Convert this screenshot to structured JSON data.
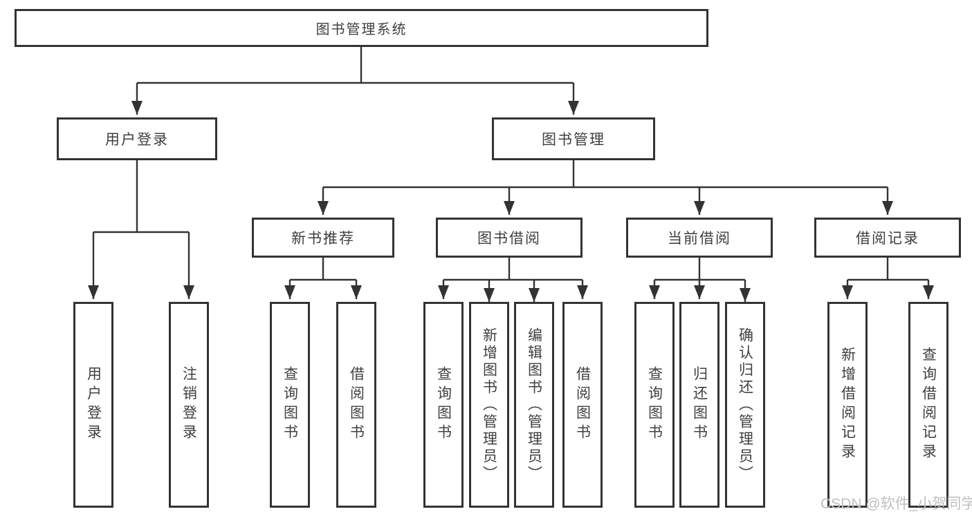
{
  "diagram": {
    "title": "图书管理系统",
    "user_login": {
      "label": "用户登录",
      "children": [
        "用户登录",
        "注销登录"
      ]
    },
    "book_mgmt": {
      "label": "图书管理"
    },
    "new_book": {
      "label": "新书推荐",
      "children": [
        "查询图书",
        "借阅图书"
      ]
    },
    "borrow": {
      "label": "图书借阅",
      "children": [
        "查询图书",
        "新增图书（管理员）",
        "编辑图书（管理员）",
        "借阅图书"
      ]
    },
    "current": {
      "label": "当前借阅",
      "children": [
        "查询图书",
        "归还图书",
        "确认归还（管理员）"
      ]
    },
    "records": {
      "label": "借阅记录",
      "children": [
        "新增借阅记录",
        "查询借阅记录"
      ]
    }
  },
  "watermark": "CSDN @软件_小贺同学",
  "colors": {
    "line": "#333333",
    "text": "#3f3f3f",
    "watermark": "#bfbfbf",
    "background": "#ffffff"
  }
}
